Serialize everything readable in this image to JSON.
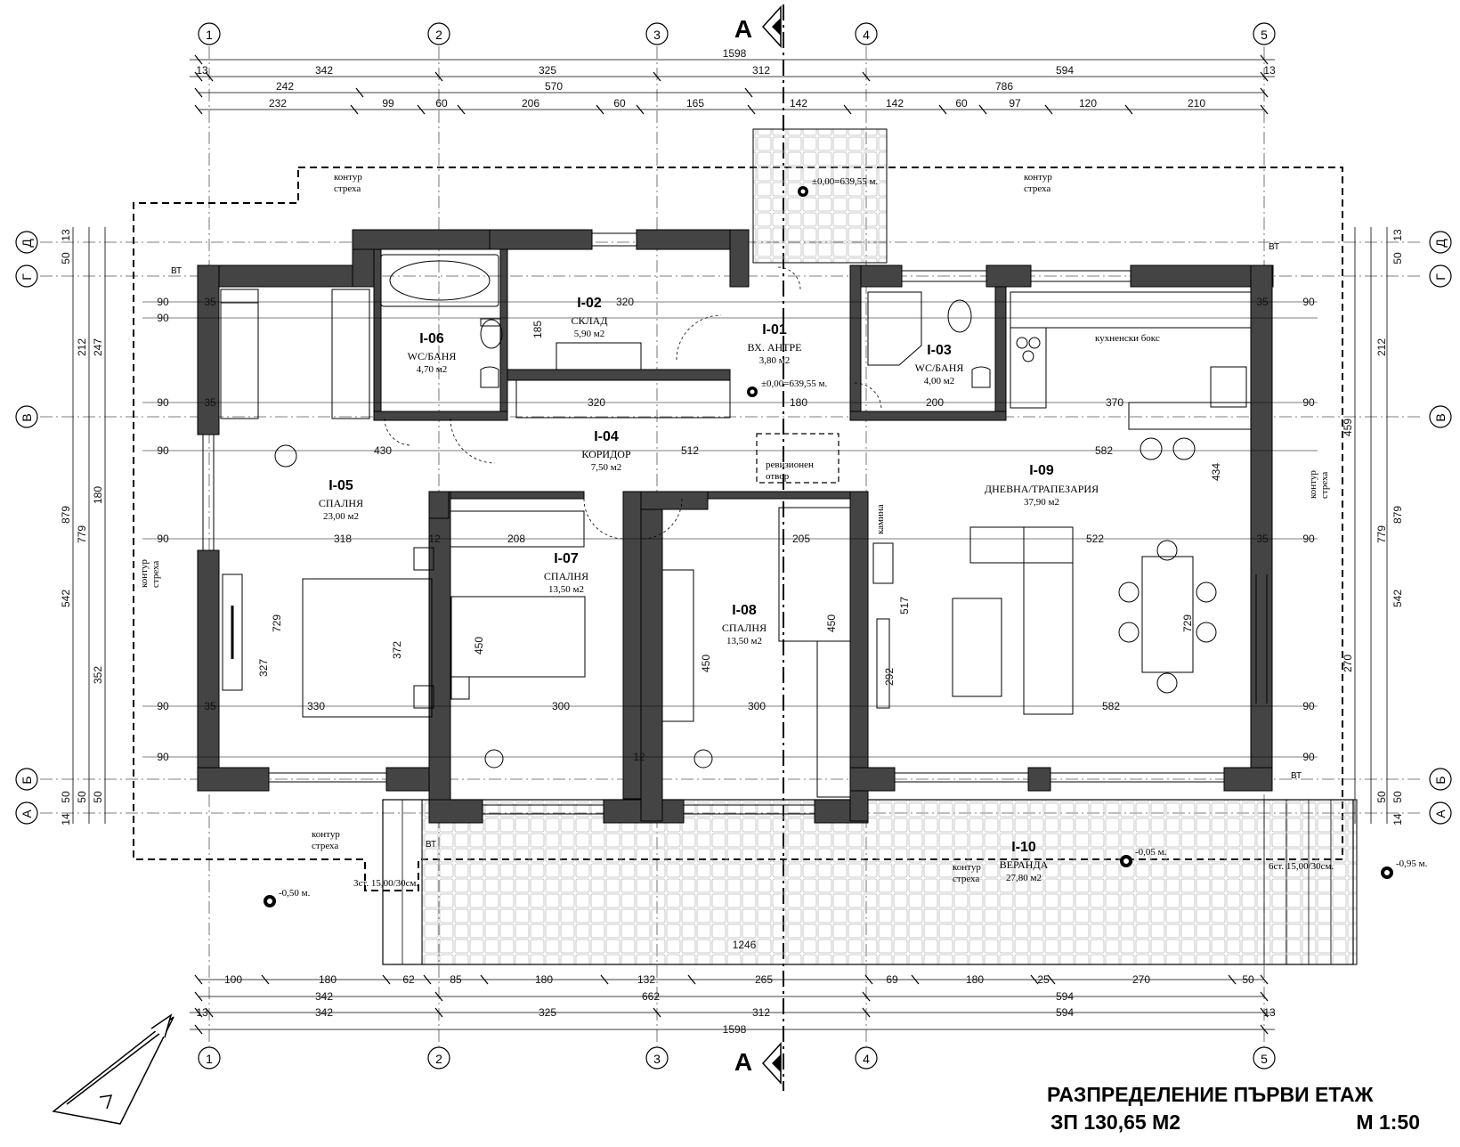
{
  "title": {
    "main": "РАЗПРЕДЕЛЕНИЕ ПЪРВИ ЕТАЖ",
    "area": "ЗП 130,65 М2",
    "scale": "М 1:50"
  },
  "section_marker": "А",
  "axes_vertical": [
    "1",
    "2",
    "3",
    "4",
    "5"
  ],
  "axes_horizontal": [
    "Д",
    "Г",
    "В",
    "Б",
    "А"
  ],
  "dims_top": {
    "total": "1598",
    "row1": [
      "13",
      "342",
      "325",
      "312",
      "594",
      "13"
    ],
    "row2": [
      "242",
      "570",
      "786"
    ],
    "row3": [
      "232",
      "99",
      "60",
      "206",
      "60",
      "165",
      "142",
      "142",
      "60",
      "97",
      "120",
      "210"
    ]
  },
  "dims_bottom": {
    "row1": [
      "100",
      "180",
      "62",
      "85",
      "180",
      "132",
      "265",
      "69",
      "180",
      "25",
      "270",
      "50"
    ],
    "row2": [
      "342",
      "662",
      "594"
    ],
    "row3": [
      "13",
      "342",
      "325",
      "312",
      "594",
      "13"
    ],
    "total": "1598"
  },
  "dims_left": [
    "13",
    "50",
    "212",
    "779",
    "879",
    "542",
    "50",
    "14",
    "247",
    "180",
    "352",
    "50",
    "50"
  ],
  "dims_right": [
    "13",
    "50",
    "212",
    "459",
    "779",
    "879",
    "542",
    "270",
    "434",
    "50",
    "14",
    "50"
  ],
  "rooms": [
    {
      "id": "I-01",
      "name": "ВХ. АНТРЕ",
      "area": "3,80 м2"
    },
    {
      "id": "I-02",
      "name": "СКЛАД",
      "area": "5,90 м2"
    },
    {
      "id": "I-03",
      "name": "WC/БАНЯ",
      "area": "4,00 м2"
    },
    {
      "id": "I-04",
      "name": "КОРИДОР",
      "area": "7,50 м2"
    },
    {
      "id": "I-05",
      "name": "СПАЛНЯ",
      "area": "23,00 м2"
    },
    {
      "id": "I-06",
      "name": "WC/БАНЯ",
      "area": "4,70 м2"
    },
    {
      "id": "I-07",
      "name": "СПАЛНЯ",
      "area": "13,50 м2"
    },
    {
      "id": "I-08",
      "name": "СПАЛНЯ",
      "area": "13,50 м2"
    },
    {
      "id": "I-09",
      "name": "ДНЕВНА/ТРАПЕЗАРИЯ",
      "area": "37,90 м2"
    },
    {
      "id": "I-10",
      "name": "ВЕРАНДА",
      "area": "27,80 м2"
    }
  ],
  "levels": {
    "entrance_top": "±0,00=639,55 м.",
    "entrance": "±0,00=639,55 м.",
    "veranda": "-0,05 м.",
    "ground_left": "-0,50 м.",
    "ground_right": "-0,95 м."
  },
  "notes": {
    "roof_outline_line1": "контур",
    "roof_outline_line2": "стреха",
    "kitchen": "кухненски бокс",
    "revision_line1": "ревизионен",
    "revision_line2": "отвор",
    "fireplace": "камина",
    "steps_left": "3ст. 15,00/30см.",
    "steps_right": "6ст. 15,00/30см.",
    "bt": "ВТ",
    "veranda_len": "1246"
  },
  "interior_dims": {
    "r05_w": "430",
    "r05_w2": "318",
    "r05_w3": "330",
    "r05_h": "729",
    "r05_h2": "372",
    "r05_h3": "327",
    "r07_w": "208",
    "r07_w2": "300",
    "r07_h": "450",
    "r08_w": "205",
    "r08_w2": "300",
    "r08_h": "450",
    "r08_h2": "450",
    "r09_w": "582",
    "r09_w2": "522",
    "r09_w3": "582",
    "r09_h": "517",
    "r09_h2": "729",
    "r09_h3": "292",
    "r04_w": "512",
    "r04_w2": "320",
    "r02_w": "320",
    "r02_h": "185",
    "r03_w": "200",
    "r03_w2": "370",
    "r01_w": "180",
    "row_90": "90",
    "w35": "35",
    "w12": "12"
  }
}
